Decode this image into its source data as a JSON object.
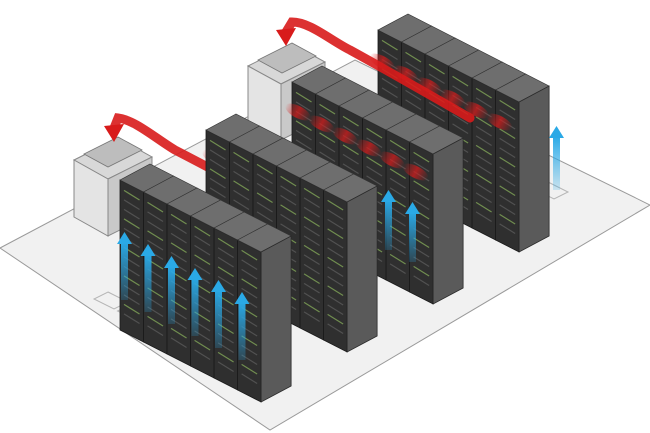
{
  "diagram": {
    "colors": {
      "background": "#ffffff",
      "floor": "#f1f1f1",
      "floor_edge": "#9a9a9a",
      "rack_front": "#2f2f2f",
      "rack_side": "#5a5a5a",
      "rack_top": "#6e6e6e",
      "server_led": "#9ccc65",
      "crac_body": "#e4e4e4",
      "crac_shade": "#c9c9c9",
      "hot_air": "#d81b1b",
      "cold_air": "#2aa9e6",
      "vent_tile": "#b5b5b5"
    },
    "rows": [
      {
        "id": "front-row",
        "racks": 6,
        "cold_arrows": 6
      },
      {
        "id": "middle-front-row",
        "racks": 6,
        "cold_arrows": 0
      },
      {
        "id": "middle-back-row",
        "racks": 6,
        "cold_arrows": 2
      },
      {
        "id": "back-row",
        "racks": 6,
        "cold_arrows": 1
      }
    ],
    "crac_units": [
      {
        "id": "crac-unit-left"
      },
      {
        "id": "crac-unit-right"
      }
    ],
    "airflow": {
      "hot_air_return": "hot-air-arrow",
      "cold_air_supply": "cold-air-arrow"
    }
  }
}
